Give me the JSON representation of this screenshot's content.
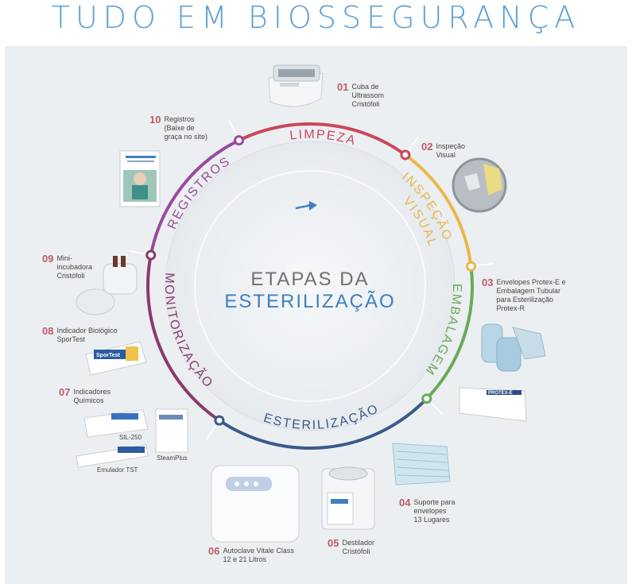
{
  "title": "TUDO EM BIOSSEGURANÇA",
  "center": {
    "line1": "ETAPAS DA",
    "line2": "ESTERILIZAÇÃO"
  },
  "stages": [
    {
      "label": "LIMPEZA",
      "color": "#c9485a"
    },
    {
      "label": "INSPEÇÃO",
      "label2": "VISUAL",
      "color": "#e8b84a"
    },
    {
      "label": "EMBALAGEM",
      "color": "#6aaa5a"
    },
    {
      "label": "ESTERILIZAÇÃO",
      "color": "#3a5a8a"
    },
    {
      "label": "MONITORIZAÇÃO",
      "color": "#8a3a6a"
    },
    {
      "label": "REGISTROS",
      "color": "#9a4aa0"
    }
  ],
  "items": [
    {
      "num": "01",
      "text": "Cuba de\nUltrassom\nCristófoli"
    },
    {
      "num": "02",
      "text": "Inspeção\nVisual"
    },
    {
      "num": "03",
      "text": "Envelopes Protex-E e\nEmbalagem Tubular\npara Esterilização\nProtex-R"
    },
    {
      "num": "04",
      "text": "Suporte para\nenvelopes\n13 Lugares"
    },
    {
      "num": "05",
      "text": "Destilador\nCristófoli"
    },
    {
      "num": "06",
      "text": "Autoclave Vitale Class\n12 e 21 Litros"
    },
    {
      "num": "07",
      "text": "Indicadores\nQuímicos"
    },
    {
      "num": "08",
      "text": "Indicador Biológico\nSporTest"
    },
    {
      "num": "09",
      "text": "Mini-\nincubadora\nCristófoli"
    },
    {
      "num": "10",
      "text": "Registros\n(Baixe de\ngraça no site)"
    }
  ],
  "product_captions": {
    "sil": "SIL-250",
    "steam": "SteamPlus",
    "emul": "Emulador TST"
  },
  "packaging_text": {
    "sportest": "SporTest",
    "protex": "PROTEX-E"
  }
}
